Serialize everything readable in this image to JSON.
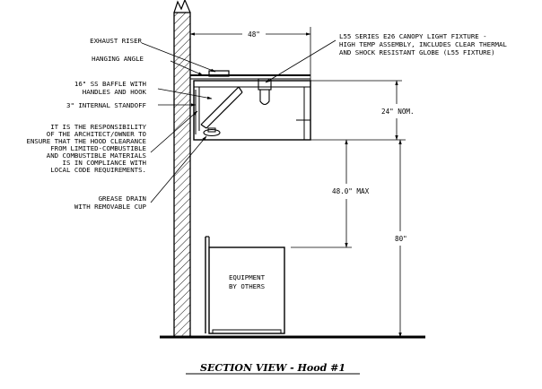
{
  "labels": {
    "exhaust_riser": "EXHAUST RISER",
    "hanging_angle": "HANGING ANGLE",
    "baffle": [
      "16\" SS BAFFLE WITH",
      "HANDLES AND HOOK"
    ],
    "standoff": "3\" INTERNAL STANDOFF",
    "responsibility": [
      "IT IS THE RESPONSIBILITY",
      "OF THE ARCHITECT/OWNER TO",
      "ENSURE THAT THE HOOD CLEARANCE",
      "FROM LIMITED-COMBUSTIBLE",
      "AND COMBUSTIBLE MATERIALS",
      "IS IN COMPLIANCE WITH",
      "LOCAL CODE REQUIREMENTS."
    ],
    "grease_drain": [
      "GREASE DRAIN",
      "WITH REMOVABLE CUP"
    ],
    "light_fixture": [
      "L55 SERIES E26 CANOPY LIGHT FIXTURE -",
      "HIGH TEMP ASSEMBLY, INCLUDES CLEAR THERMAL",
      "AND SHOCK RESISTANT GLOBE (L55 FIXTURE)"
    ],
    "equipment": [
      "EQUIPMENT",
      "BY OTHERS"
    ]
  },
  "dimensions": {
    "width": "48\"",
    "hood_height": "24\" NOM.",
    "clearance": "48.0\" MAX",
    "total_height": "80\""
  },
  "caption": "SECTION VIEW - Hood #1"
}
